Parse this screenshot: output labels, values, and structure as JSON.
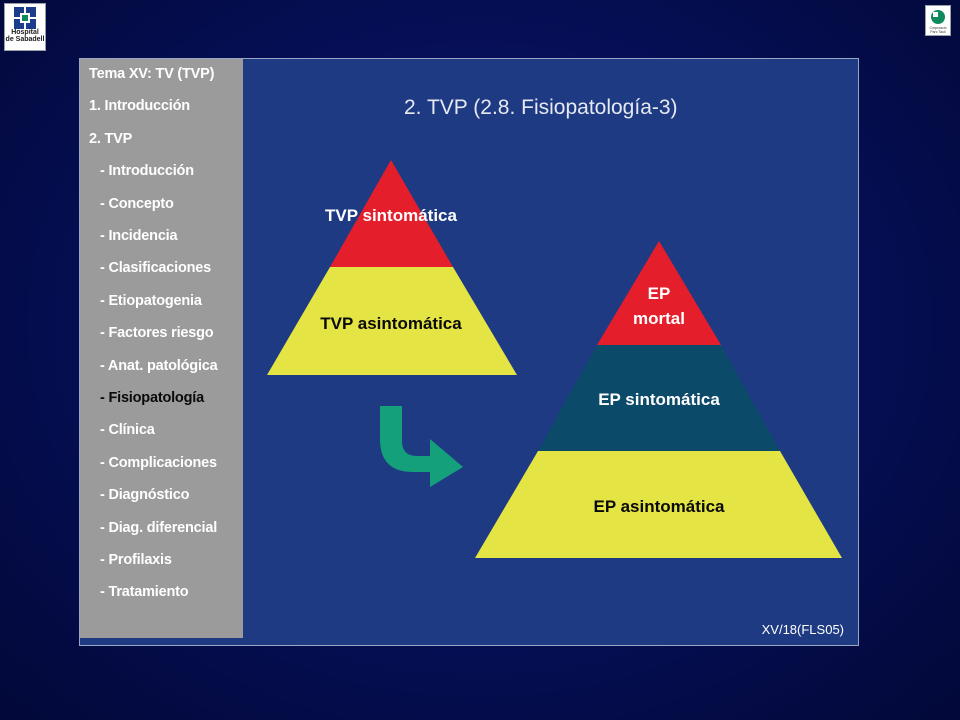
{
  "logos": {
    "left": {
      "line1": "Hospital",
      "line2": "de Sabadell"
    },
    "right": {
      "text": "Corporació Parc Taulí"
    }
  },
  "slide": {
    "title": "2. TVP (2.8. Fisiopatología-3)",
    "footer": "XV/18(FLS05)"
  },
  "sidebar": {
    "items": [
      {
        "label": "Tema XV: TV (TVP)",
        "highlight": false
      },
      {
        "label": "1. Introducción",
        "highlight": false
      },
      {
        "label": "2. TVP",
        "highlight": false
      },
      {
        "label": "- Introducción",
        "highlight": false
      },
      {
        "label": "- Concepto",
        "highlight": false
      },
      {
        "label": "- Incidencia",
        "highlight": false
      },
      {
        "label": "- Clasificaciones",
        "highlight": false
      },
      {
        "label": "- Etiopatogenia",
        "highlight": false
      },
      {
        "label": "- Factores riesgo",
        "highlight": false
      },
      {
        "label": "- Anat. patológica",
        "highlight": false
      },
      {
        "label": "- Fisiopatología",
        "highlight": true
      },
      {
        "label": "- Clínica",
        "highlight": false
      },
      {
        "label": "- Complicaciones",
        "highlight": false
      },
      {
        "label": "- Diagnóstico",
        "highlight": false
      },
      {
        "label": "- Diag. diferencial",
        "highlight": false
      },
      {
        "label": "- Profilaxis",
        "highlight": false
      },
      {
        "label": "- Tratamiento",
        "highlight": false
      }
    ]
  },
  "pyramid_tvp": {
    "top_label": "TVP sintomática",
    "bottom_label": "TVP asintomática"
  },
  "pyramid_ep": {
    "top_label_line1": "EP",
    "top_label_line2": "mortal",
    "middle_label": "EP sintomática",
    "bottom_label": "EP asintomática"
  },
  "colors": {
    "red": "#e41e2b",
    "yellow": "#e4e444",
    "teal": "#0c4a6a",
    "arrow": "#13a07a",
    "slide_bg": "#1e3a82",
    "sidebar_bg": "#9b9b9b"
  },
  "icons": {
    "arrow": "curved-arrow-right-icon"
  }
}
